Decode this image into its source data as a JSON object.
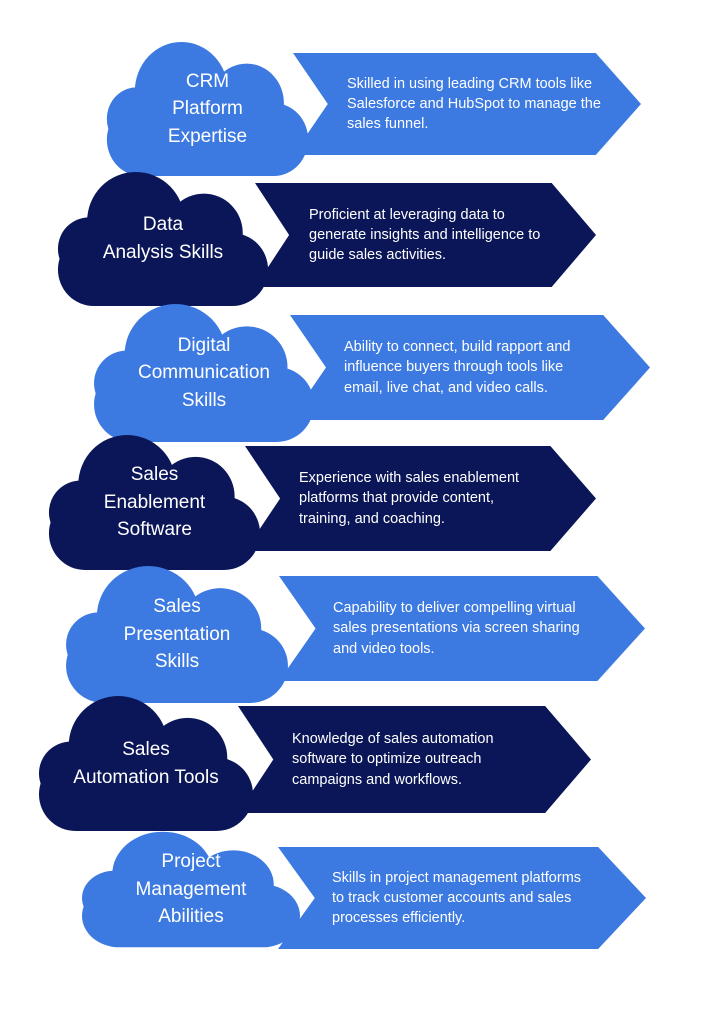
{
  "colors": {
    "blue": "#3C79E1",
    "navy": "#0A1657",
    "text-on-color": "#FFFFFF",
    "background": "#FFFFFF"
  },
  "rows": [
    {
      "theme": "blue",
      "title_lines": [
        "CRM",
        "Platform",
        "Expertise"
      ],
      "desc_lines": [
        "Skilled in using leading CRM tools like",
        "Salesforce and HubSpot to manage the",
        "sales funnel."
      ]
    },
    {
      "theme": "navy",
      "title_lines": [
        "Data",
        "Analysis Skills"
      ],
      "desc_lines": [
        "Proficient at leveraging data to",
        "generate insights and intelligence to",
        "guide sales activities."
      ]
    },
    {
      "theme": "blue",
      "title_lines": [
        "Digital",
        "Communication",
        "Skills"
      ],
      "desc_lines": [
        "Ability to connect, build rapport and",
        "influence buyers through tools like",
        "email, live chat, and video calls."
      ]
    },
    {
      "theme": "navy",
      "title_lines": [
        "Sales",
        "Enablement",
        "Software"
      ],
      "desc_lines": [
        "Experience with sales enablement",
        "platforms that provide content,",
        "training, and coaching."
      ]
    },
    {
      "theme": "blue",
      "title_lines": [
        "Sales",
        "Presentation",
        "Skills"
      ],
      "desc_lines": [
        "Capability to deliver compelling virtual",
        "sales presentations via screen sharing",
        "and video tools."
      ]
    },
    {
      "theme": "navy",
      "title_lines": [
        "Sales",
        "Automation Tools"
      ],
      "desc_lines": [
        "Knowledge of sales automation",
        "software to optimize outreach",
        "campaigns and workflows."
      ]
    },
    {
      "theme": "blue",
      "title_lines": [
        "Project",
        "Management",
        "Abilities"
      ],
      "desc_lines": [
        "Skills in project management platforms",
        "to track customer accounts and sales",
        "processes efficiently."
      ]
    }
  ]
}
